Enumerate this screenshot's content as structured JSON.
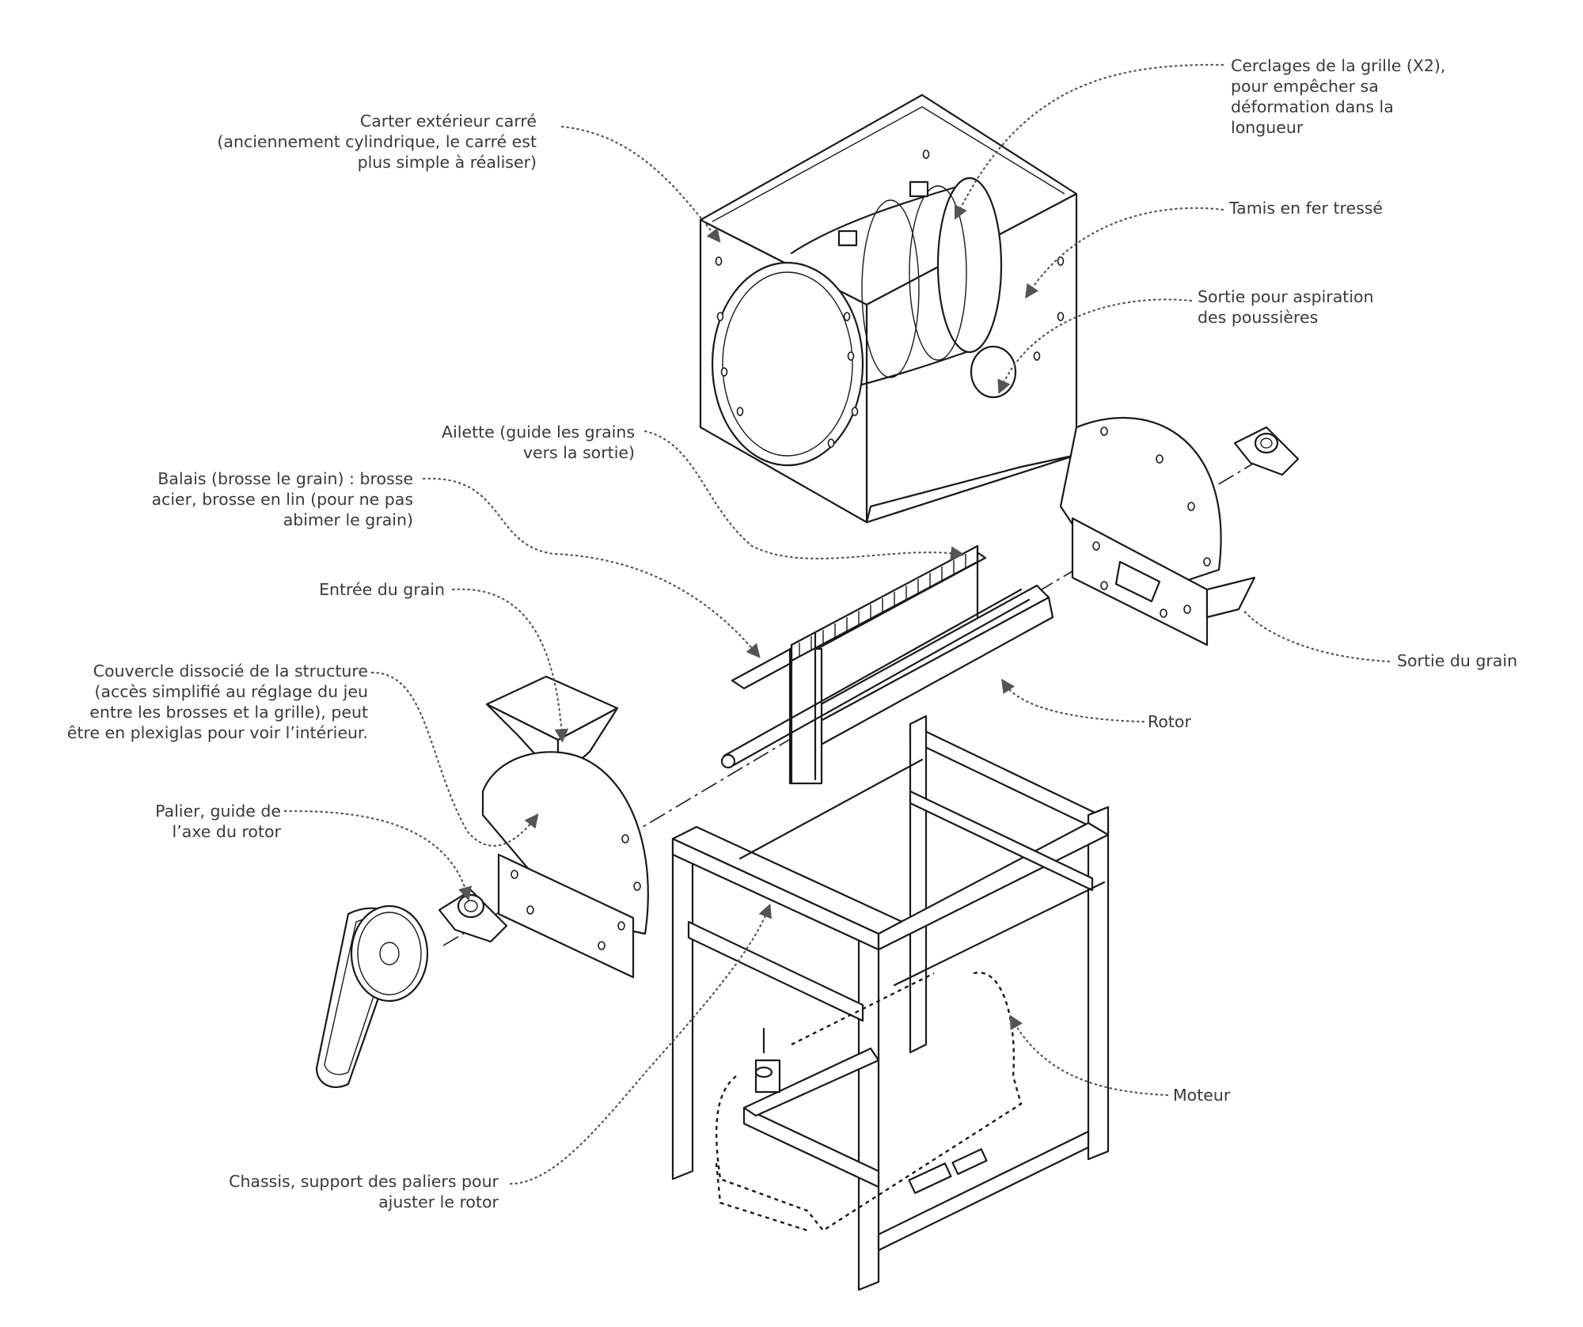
{
  "labels": {
    "carter": "Carter extérieur carré\n(anciennement cylindrique, le carré est\nplus simple à réaliser)",
    "cerclages": "Cerclages de la grille (X2),\npour empêcher sa\ndéformation dans la\nlongueur",
    "tamis": "Tamis en fer tressé",
    "sortie_aspiration": "Sortie pour aspiration\ndes poussières",
    "ailette": "Ailette (guide les grains\nvers la sortie)",
    "balais": "Balais (brosse le grain) : brosse\nacier, brosse en lin (pour ne pas\nabimer le grain)",
    "entree": "Entrée du grain",
    "couvercle": "Couvercle dissocié de la structure\n(accès simplifié au réglage du jeu\nentre les brosses et la grille), peut\nêtre en plexiglas pour voir l’intérieur.",
    "palier": "Palier, guide de\nl’axe du rotor",
    "sortie_grain": "Sortie du grain",
    "rotor": "Rotor",
    "moteur": "Moteur",
    "chassis": "Chassis, support des paliers pour\najuster le rotor"
  }
}
